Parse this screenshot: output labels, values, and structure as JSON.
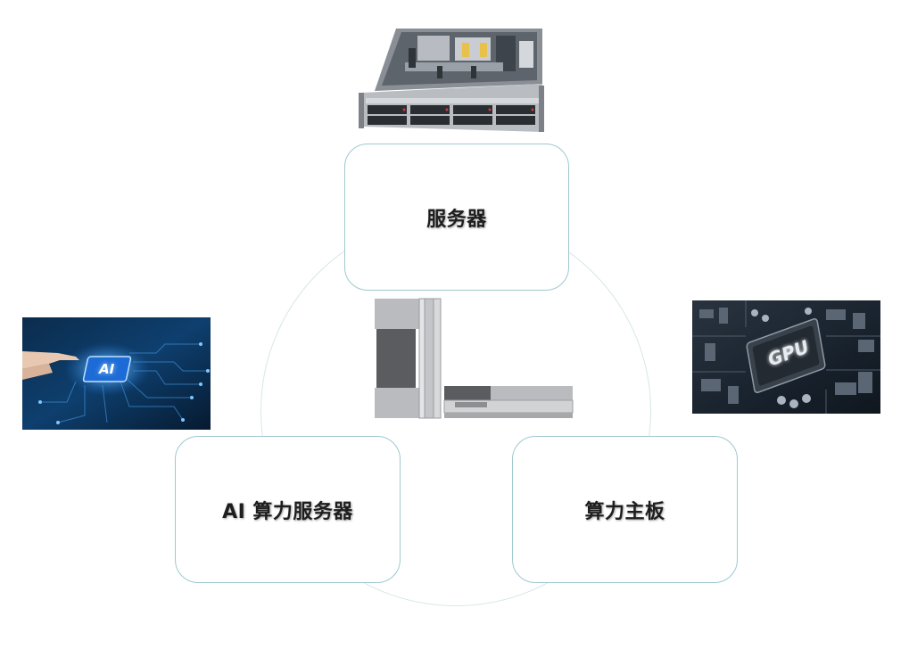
{
  "nodes": {
    "server": {
      "label": "服务器"
    },
    "ai_server": {
      "label": "AI 算力服务器"
    },
    "mainboard": {
      "label": "算力主板"
    }
  },
  "images": {
    "ai_chip_text": "AI",
    "gpu_chip_text": "GPU"
  },
  "colors": {
    "node_border": "#9fc8cf",
    "ring": "#d7e6e8",
    "label": "#1e1e1e"
  }
}
